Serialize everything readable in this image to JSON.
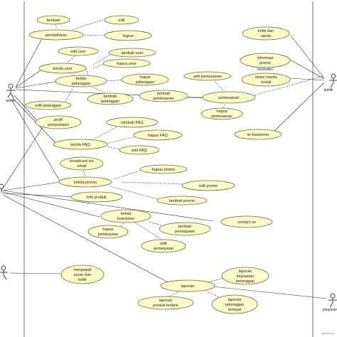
{
  "actors": {
    "admin": "admin",
    "public": "publik",
    "pimpinan": "pimpinan"
  },
  "use_cases": {
    "tambah": "tambah",
    "edit": "edit",
    "pendaftaran": "pendaftaran",
    "hapus": "hapus",
    "edit_user": "edit user",
    "tambah_user": "tambah user",
    "kelola_user": "kelola user",
    "hapus_user": "hapus user",
    "kelola_pelanggan": [
      "kelola",
      "pelanggan"
    ],
    "hapus_pelanggan": [
      "hapus",
      "pelanggan"
    ],
    "edit_pelanggan": "edit pelanggan",
    "tambah_pelanggan": [
      "tambah",
      "pelanggan"
    ],
    "tambah_pemesanan": [
      "tambah",
      "pemesanan"
    ],
    "edit_pemesanan": "edit pemesanan",
    "pemesanan": "pemesanan",
    "hapus_pemesanan": [
      "hapus",
      "pemesanan"
    ],
    "kritik_saran": [
      "kritik dan",
      "saran"
    ],
    "informasi_promo": [
      "informasi",
      "promo"
    ],
    "share_media_sosial": [
      "share media",
      "sosial"
    ],
    "isi_kuesioner": "isi kuesioner",
    "profil_perusahaan": [
      "profil",
      "perusahaan"
    ],
    "tambah_faq": "tambah FAQ",
    "hapus_faq": "hapus FAQ",
    "kelola_faq": "kelola FAQ",
    "edit_faq": "edit FAQ",
    "broadcast_via_email": [
      "broadcast via",
      "email"
    ],
    "hapus_promo": "hapus promo",
    "kelola_promo": "kelola promo",
    "edit_promo": "edit promo",
    "info_produk": "info produk",
    "tambah_promo": "tambah promo",
    "kelola_kuesioner": [
      "kelola",
      "kuesioner"
    ],
    "contact_us": "contact us",
    "hapus_pertanyaan": [
      "hapus",
      "pertanyaan"
    ],
    "tambah_pertanyaan": [
      "tambah",
      "pertanyaan"
    ],
    "edit_pertanyaan": [
      "edit",
      "pertanyaan"
    ],
    "menjawab_kritik": [
      "menjawab",
      "saran dan",
      "kritik"
    ],
    "laporan": "laporan",
    "laporan_kepuasan": [
      "laporan",
      "kepuasan",
      "pelanggan"
    ],
    "laporan_produk_terlaris": [
      "laporan",
      "produk terlaris"
    ],
    "laporan_pelanggan_terloyal": [
      "laporan",
      "pelanggan",
      "terloyal"
    ]
  },
  "stereotypes": {
    "include": "«include»"
  },
  "watermark": "gambar.net"
}
